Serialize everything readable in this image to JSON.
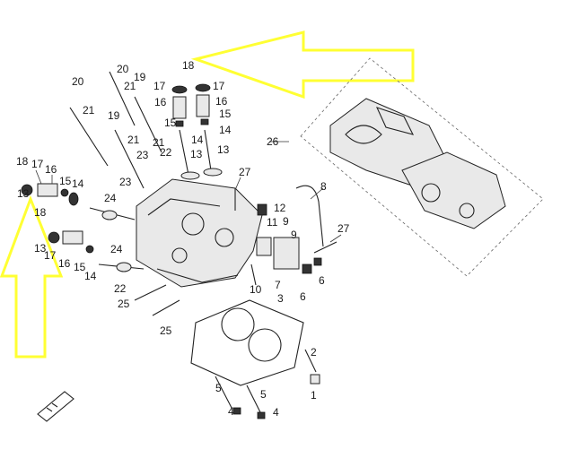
{
  "diagram": {
    "callouts": [
      "18",
      "17",
      "16",
      "15",
      "14",
      "13",
      "20",
      "21",
      "19",
      "22",
      "23",
      "24",
      "25",
      "26",
      "27",
      "12",
      "11",
      "10",
      "9",
      "8",
      "7",
      "6",
      "5",
      "4",
      "3",
      "2",
      "1"
    ],
    "highlight_color": "#ffff33",
    "line_color": "#222222"
  }
}
